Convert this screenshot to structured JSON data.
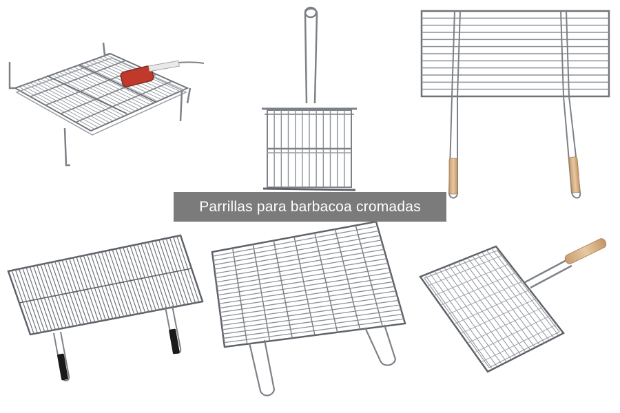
{
  "caption": "Parrillas para barbacoa cromadas",
  "colors": {
    "background": "#ffffff",
    "caption_bg": "#7b7b7b",
    "caption_text": "#ffffff",
    "chrome": "#8c9096",
    "chrome_dark": "#5e6268",
    "wood": "#d8b48a",
    "handle_black": "#1a1a1a",
    "label_red": "#c0392b"
  },
  "products": [
    {
      "name": "double-grill-with-legs"
    },
    {
      "name": "basket-grill-vertical"
    },
    {
      "name": "rack-with-wood-handles"
    },
    {
      "name": "rack-with-black-handles"
    },
    {
      "name": "rack-with-loop-handles"
    },
    {
      "name": "fish-basket-with-wood-handle"
    }
  ]
}
